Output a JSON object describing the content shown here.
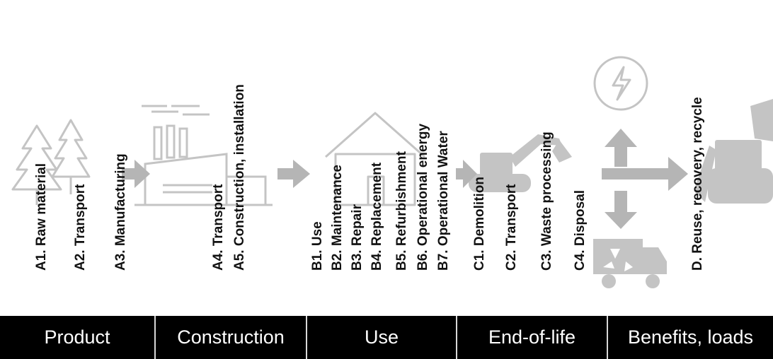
{
  "colors": {
    "illustration": "#c4c4c4",
    "arrow": "#b5b5b5",
    "label_text": "#111111",
    "bar_background": "#000000",
    "bar_text": "#ffffff"
  },
  "icons": [
    "trees-icon",
    "factory-icon",
    "house-icon",
    "excavator-icon",
    "energy-icon",
    "recycling-truck-icon",
    "bulldozer-icon",
    "flow-arrow-icon"
  ],
  "modules": [
    "A1. Raw material",
    "A2. Transport",
    "A3. Manufacturing",
    "A4. Transport",
    "A5. Construction, installation",
    "B1. Use",
    "B2. Maintenance",
    "B3. Repair",
    "B4. Replacement",
    "B5. Refurbishment",
    "B6. Operational energy",
    "B7. Operational Water",
    "C1. Demolition",
    "C2. Transport",
    "C3. Waste processing",
    "C4. Disposal",
    "D. Reuse, recovery, recycle"
  ],
  "stages": [
    "Product",
    "Construction",
    "Use",
    "End-of-life",
    "Benefits, loads"
  ]
}
